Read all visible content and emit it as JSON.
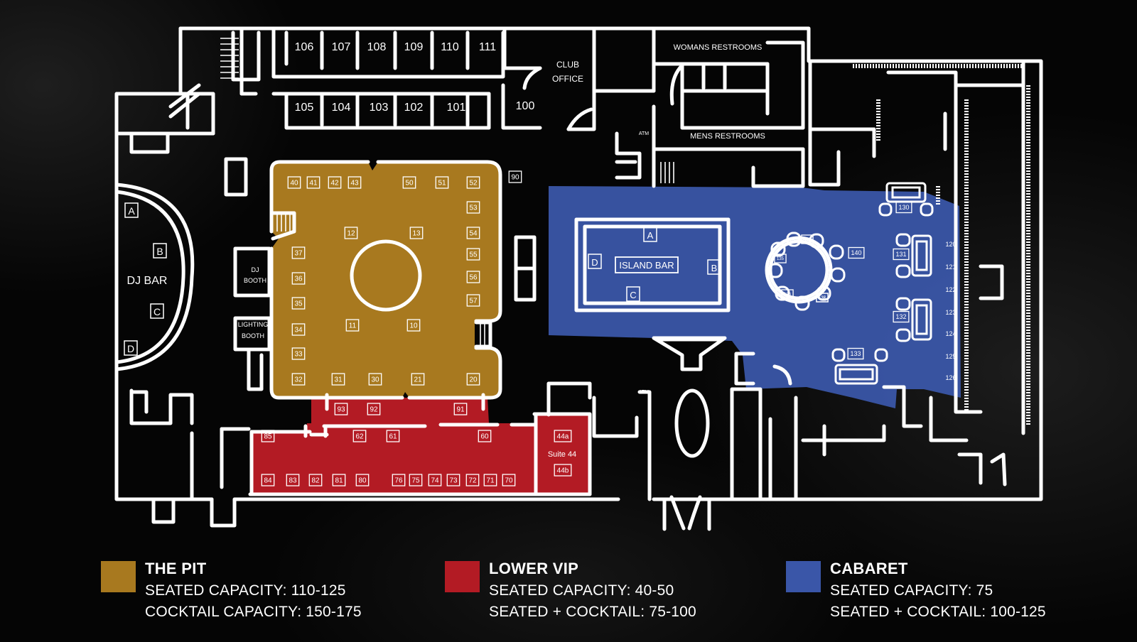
{
  "colors": {
    "background": "#050505",
    "walls": "#ffffff",
    "pit": "#a8791f",
    "lower_vip": "#b31b24",
    "cabaret": "#3a56a8"
  },
  "rooms": {
    "top_rooms": [
      "106",
      "107",
      "108",
      "109",
      "110",
      "111"
    ],
    "bottom_rooms": [
      "105",
      "104",
      "103",
      "102",
      "101"
    ],
    "room_100": "100",
    "club_office": [
      "CLUB",
      "OFFICE"
    ],
    "womens_restrooms": "WOMANS RESTROOMS",
    "mens_restrooms": "MENS RESTROOMS",
    "atm": "ATM",
    "dj_bar": "DJ BAR",
    "dj_bar_stations": [
      "A",
      "B",
      "C",
      "D"
    ],
    "dj_booth": [
      "DJ",
      "BOOTH"
    ],
    "lighting_booth": [
      "LIGHTING",
      "BOOTH"
    ],
    "island_bar": "ISLAND BAR",
    "island_bar_stations": [
      "A",
      "B",
      "C",
      "D"
    ],
    "suite": "Suite 44"
  },
  "tables": {
    "pit": [
      "40",
      "41",
      "42",
      "43",
      "50",
      "51",
      "52",
      "53",
      "54",
      "55",
      "56",
      "57",
      "12",
      "13",
      "37",
      "36",
      "35",
      "34",
      "33",
      "32",
      "31",
      "30",
      "21",
      "20",
      "11",
      "10"
    ],
    "table_90": "90",
    "vip": [
      "93",
      "92",
      "91",
      "85",
      "62",
      "61",
      "60",
      "44a",
      "44b",
      "84",
      "83",
      "82",
      "81",
      "80",
      "76",
      "75",
      "74",
      "73",
      "72",
      "71",
      "70"
    ],
    "cabaret": [
      "130",
      "131",
      "132",
      "133",
      "140",
      "120",
      "121",
      "122",
      "123",
      "124",
      "125",
      "126",
      "134",
      "135",
      "136",
      "137",
      "138"
    ]
  },
  "legend": [
    {
      "swatch": "#a8791f",
      "title": "THE PIT",
      "line1": "SEATED CAPACITY:  110-125",
      "line2": "COCKTAIL CAPACITY:  150-175"
    },
    {
      "swatch": "#b31b24",
      "title": "LOWER VIP",
      "line1": "SEATED CAPACITY:  40-50",
      "line2": "SEATED + COCKTAIL:  75-100"
    },
    {
      "swatch": "#3a56a8",
      "title": "CABARET",
      "line1": "SEATED CAPACITY: 75",
      "line2": "SEATED + COCKTAIL:  100-125"
    }
  ]
}
